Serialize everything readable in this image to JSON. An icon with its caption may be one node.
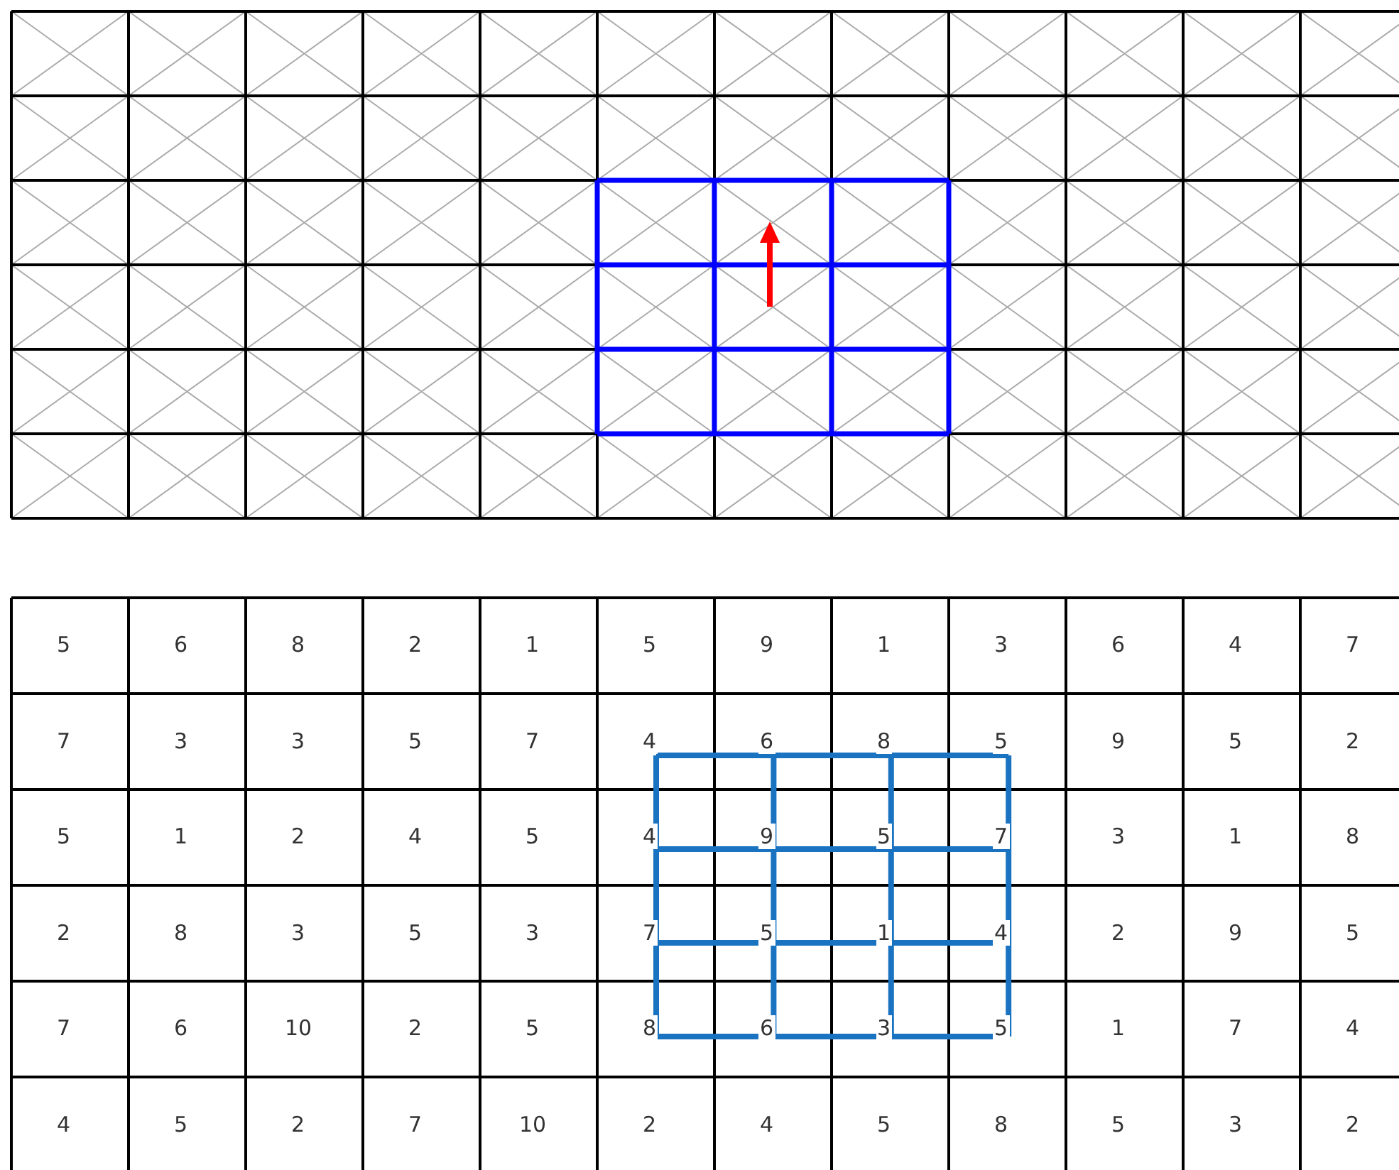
{
  "diagram": {
    "labels": [
      "5",
      "6",
      "8",
      "2",
      "1",
      "5",
      "9",
      "1",
      "3",
      "6",
      "4",
      "7",
      "7",
      "3",
      "3",
      "5",
      "7",
      "4",
      "6",
      "8",
      "5",
      "9",
      "5",
      "2",
      "5",
      "1",
      "2",
      "4",
      "5",
      "4",
      "9",
      "5",
      "7",
      "3",
      "1",
      "8",
      "2",
      "8",
      "3",
      "5",
      "3",
      "7",
      "5",
      "1",
      "4",
      "2",
      "9",
      "5",
      "7",
      "6",
      "10",
      "2",
      "5",
      "8",
      "6",
      "3",
      "5",
      "1",
      "7",
      "4",
      "4",
      "5",
      "2",
      "7",
      "10",
      "2",
      "4",
      "5",
      "8",
      "5",
      "3",
      "2"
    ]
  }
}
